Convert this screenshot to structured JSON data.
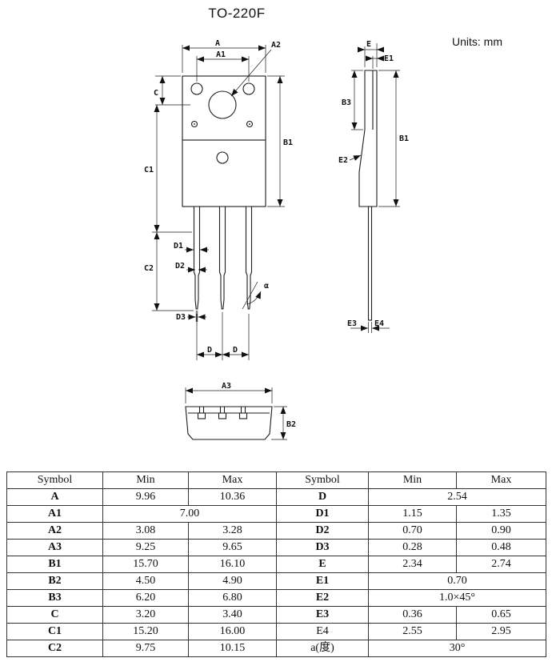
{
  "page": {
    "title": "TO-220F",
    "units": "Units: mm"
  },
  "drawing": {
    "front": {
      "a": "A",
      "a1": "A1",
      "a2": "A2",
      "b1": "B1",
      "c": "C",
      "c1": "C1",
      "c2": "C2",
      "d1": "D1",
      "d2": "D2",
      "d3": "D3",
      "d_left": "D",
      "d_right": "D",
      "alpha": "α"
    },
    "side": {
      "e": "E",
      "e1": "E1",
      "b1": "B1",
      "b3": "B3",
      "e2": "E2",
      "e3": "E3",
      "e4": "E4"
    },
    "bottom": {
      "a3": "A3",
      "b2": "B2"
    }
  },
  "table": {
    "headers": [
      "Symbol",
      "Min",
      "Max",
      "Symbol",
      "Min",
      "Max"
    ],
    "rows": [
      {
        "ls": "A",
        "lmin": "9.96",
        "lmax": "10.36",
        "rs": "D",
        "rspan": "2.54"
      },
      {
        "ls": "A1",
        "lspan": "7.00",
        "rs": "D1",
        "rmin": "1.15",
        "rmax": "1.35"
      },
      {
        "ls": "A2",
        "lmin": "3.08",
        "lmax": "3.28",
        "rs": "D2",
        "rmin": "0.70",
        "rmax": "0.90"
      },
      {
        "ls": "A3",
        "lmin": "9.25",
        "lmax": "9.65",
        "rs": "D3",
        "rmin": "0.28",
        "rmax": "0.48"
      },
      {
        "ls": "B1",
        "lmin": "15.70",
        "lmax": "16.10",
        "rs": "E",
        "rmin": "2.34",
        "rmax": "2.74"
      },
      {
        "ls": "B2",
        "lmin": "4.50",
        "lmax": "4.90",
        "rs": "E1",
        "rspan": "0.70"
      },
      {
        "ls": "B3",
        "lmin": "6.20",
        "lmax": "6.80",
        "rs": "E2",
        "rspan": "1.0×45°"
      },
      {
        "ls": "C",
        "lmin": "3.20",
        "lmax": "3.40",
        "rs": "E3",
        "rmin": "0.36",
        "rmax": "0.65"
      },
      {
        "ls": "C1",
        "lmin": "15.20",
        "lmax": "16.00",
        "rs": "E4",
        "rmin": "2.55",
        "rmax": "2.95"
      },
      {
        "ls": "C2",
        "lmin": "9.75",
        "lmax": "10.15",
        "rs": "a(度)",
        "rspan": "30°"
      }
    ]
  }
}
